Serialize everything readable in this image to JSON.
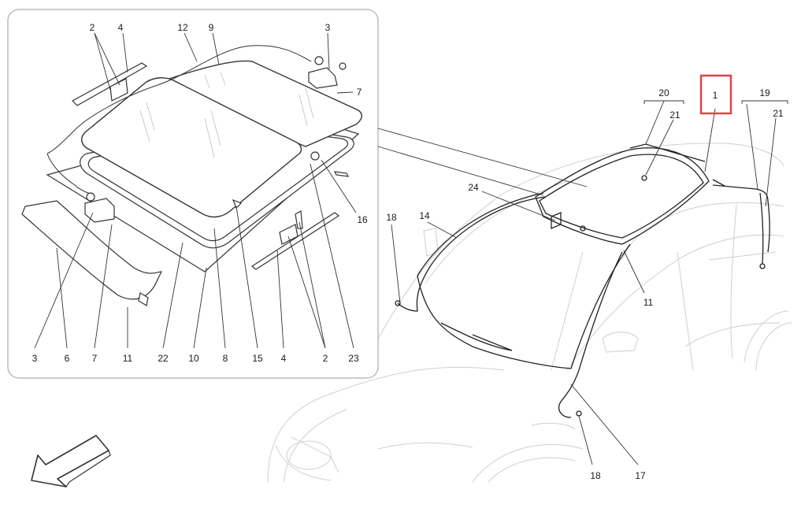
{
  "inset": {
    "labels_top": [
      "2",
      "4",
      "12",
      "9",
      "3",
      "7"
    ],
    "labels_right": [
      "16"
    ],
    "labels_bottom": [
      "3",
      "6",
      "7",
      "11",
      "22",
      "10",
      "8",
      "15",
      "4",
      "2",
      "23"
    ]
  },
  "vehicle": {
    "group_labels": [
      "20",
      "19"
    ],
    "labels": [
      "1",
      "21",
      "21",
      "24",
      "18",
      "14",
      "11",
      "18",
      "17"
    ],
    "highlighted_label": "1",
    "highlight_color": "#e0434a"
  },
  "direction_arrow": "arrow-down-left-icon"
}
